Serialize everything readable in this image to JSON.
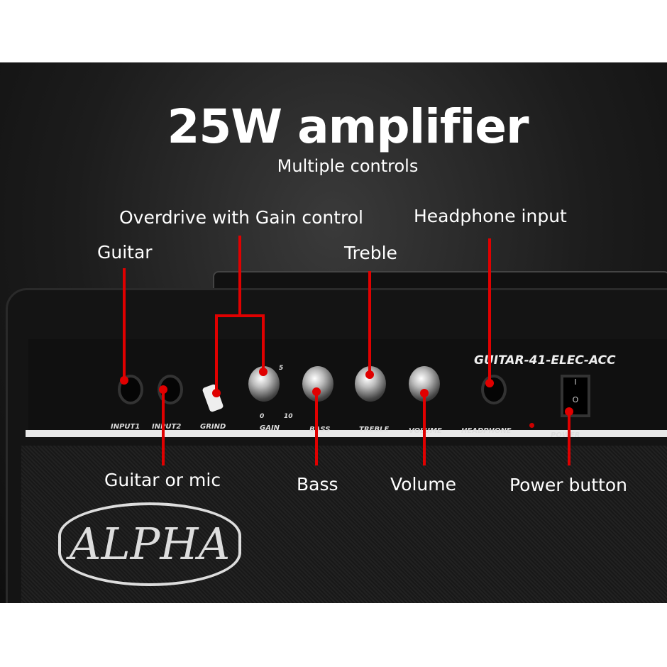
{
  "header": {
    "title": "25W amplifier",
    "subtitle": "Multiple controls"
  },
  "callouts": {
    "overdrive": "Overdrive with Gain control",
    "headphone": "Headphone input",
    "guitar": "Guitar",
    "treble": "Treble",
    "guitar_mic": "Guitar or mic",
    "bass": "Bass",
    "volume": "Volume",
    "power": "Power button"
  },
  "panel": {
    "model": "GUITAR-41-ELEC-ACC",
    "labels": [
      "INPUT1",
      "INPUT2",
      "GRIND",
      "GAIN",
      "BASS",
      "TREBLE",
      "VOLUME",
      "HEADPHONE",
      "POWER"
    ],
    "scale": [
      "0",
      "5",
      "10"
    ],
    "switch": [
      "I",
      "O"
    ]
  },
  "brand": "ALPHA",
  "colors": {
    "callout": "#e00000",
    "text": "#ffffff"
  }
}
